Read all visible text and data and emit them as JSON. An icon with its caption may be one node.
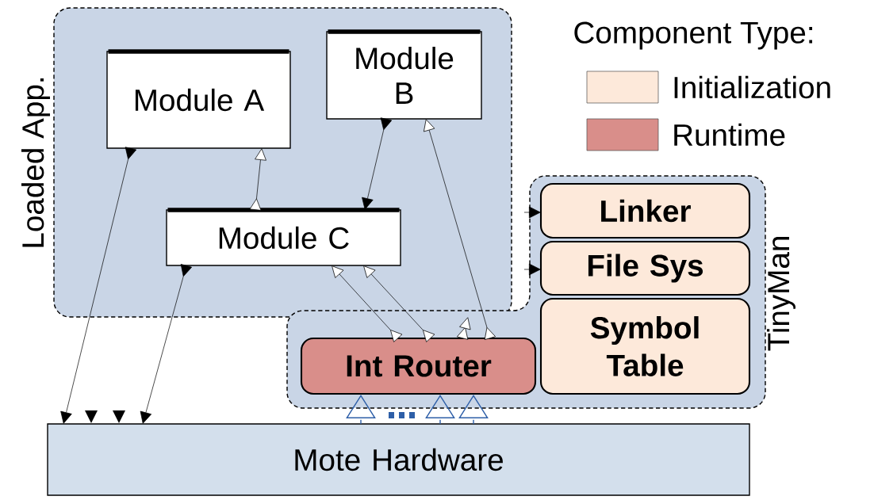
{
  "diagram": {
    "nodes": [
      {
        "text": [
          "Loaded App."
        ]
      },
      {
        "text": [
          "Module A"
        ],
        "in": 0
      },
      {
        "text": [
          "Module B"
        ],
        "in": 0
      },
      {
        "text": [
          "Module C"
        ],
        "in": 0
      },
      {
        "text": [
          "TinyMan"
        ]
      },
      {
        "text": [
          "Int Router"
        ],
        "in": 4
      },
      {
        "text": [
          "Linker"
        ],
        "in": 4
      },
      {
        "text": [
          "File Sys"
        ],
        "in": 4
      },
      {
        "text": [
          "Symbol Table"
        ],
        "in": 4
      },
      {
        "text": [
          "Mote Hardware"
        ]
      }
    ],
    "edges": [
      {
        "from": 1,
        "to": 9,
        "arrow": "to"
      },
      {
        "from": 3,
        "to": 1,
        "arrow": "to"
      },
      {
        "from": 2,
        "to": 3,
        "arrow": "to"
      },
      {
        "from": 3,
        "to": 9,
        "arrow": "to"
      },
      {
        "from": 5,
        "to": 3,
        "arrow": "to"
      },
      {
        "from": 5,
        "to": 3,
        "arrow": "to"
      },
      {
        "from": 5,
        "to": 2,
        "arrow": "to"
      },
      {
        "from": 5,
        "to": 0,
        "arrow": "to"
      },
      {
        "from": null,
        "to": 6,
        "arrow": "to"
      },
      {
        "from": null,
        "to": 7,
        "arrow": "to"
      },
      {
        "from": 9,
        "to": 5,
        "arrow": "to",
        "style": "dashed",
        "color": "#2e5fa8"
      },
      {
        "from": 9,
        "to": 5,
        "arrow": "to",
        "style": "dashed",
        "color": "#2e5fa8"
      },
      {
        "from": 9,
        "to": 5,
        "arrow": "to",
        "style": "dashed",
        "color": "#2e5fa8"
      }
    ],
    "labels": [
      "Component Type:"
    ],
    "legend": [
      {
        "text": "Initialization",
        "color": "#fde9da"
      },
      {
        "text": "Runtime",
        "color": "#d98e8a"
      }
    ]
  }
}
